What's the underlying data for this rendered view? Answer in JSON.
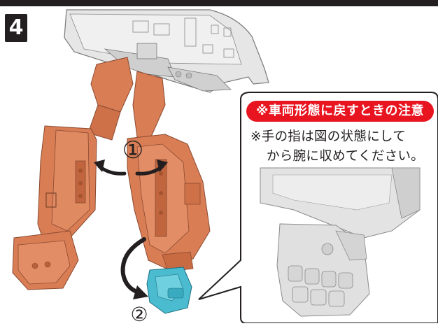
{
  "step": {
    "number": "4"
  },
  "callout": {
    "title": "※車両形態に戻すときの注意",
    "note_line_1": "※手の指は図の状態にして",
    "note_line_2": "から腕に収めてください。"
  },
  "markers": {
    "rotate": "①",
    "swing": "②"
  },
  "colors": {
    "title_bar": "#e8141f",
    "leg_orange": "#d97d55",
    "hand_cyan": "#4bbcd0",
    "gray_part": "#e3e3e3"
  }
}
